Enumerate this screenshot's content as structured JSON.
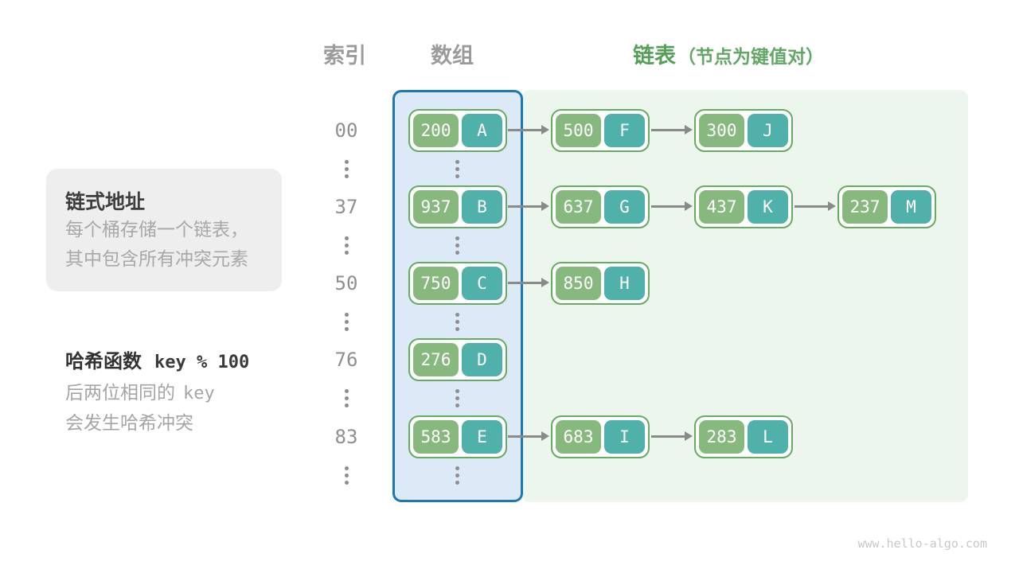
{
  "headers": {
    "index": "索引",
    "array": "数组",
    "list": "链表",
    "list_note": "（节点为键值对）"
  },
  "info_box": {
    "title": "链式地址",
    "lines": [
      "每个桶存储一个链表，",
      "其中包含所有冲突元素"
    ]
  },
  "hash_note": {
    "label": "哈希函数",
    "formula": "key % 100",
    "line2_text": "后两位相同的",
    "line2_code": "key",
    "line3": "会发生哈希冲突"
  },
  "rows": [
    {
      "index": "00",
      "bucket": {
        "key": "200",
        "value": "A"
      },
      "chain": [
        {
          "key": "500",
          "value": "F"
        },
        {
          "key": "300",
          "value": "J"
        }
      ]
    },
    {
      "index": "37",
      "bucket": {
        "key": "937",
        "value": "B"
      },
      "chain": [
        {
          "key": "637",
          "value": "G"
        },
        {
          "key": "437",
          "value": "K"
        },
        {
          "key": "237",
          "value": "M"
        }
      ]
    },
    {
      "index": "50",
      "bucket": {
        "key": "750",
        "value": "C"
      },
      "chain": [
        {
          "key": "850",
          "value": "H"
        }
      ]
    },
    {
      "index": "76",
      "bucket": {
        "key": "276",
        "value": "D"
      },
      "chain": []
    },
    {
      "index": "83",
      "bucket": {
        "key": "583",
        "value": "E"
      },
      "chain": [
        {
          "key": "683",
          "value": "I"
        },
        {
          "key": "283",
          "value": "L"
        }
      ]
    }
  ],
  "watermark": "www.hello-algo.com",
  "colors": {
    "key_green": "#87b97f",
    "value_teal": "#4fb1a9",
    "node_border": "#65ab60",
    "array_fill": "#dce9f7",
    "array_border": "#1b78b8",
    "list_fill": "#edf6ed",
    "accent_green": "#55a058",
    "accent_green_light": "#63a767",
    "hdr_gray": "#9b9b9b",
    "arrow_gray": "#8a8a8a",
    "panel_gray": "#eeeeee"
  }
}
